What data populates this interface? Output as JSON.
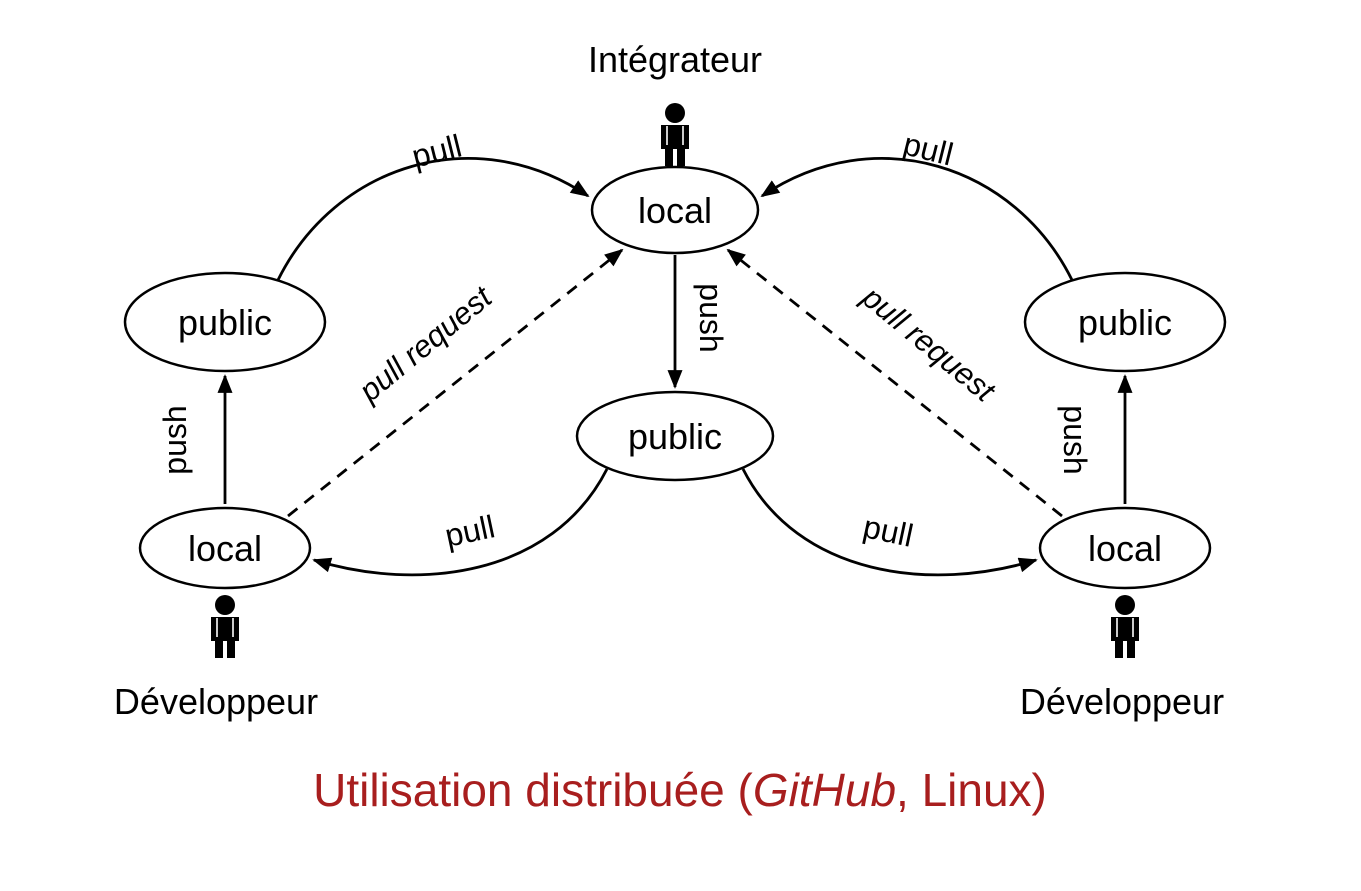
{
  "nodes": {
    "top_local": {
      "label": "local"
    },
    "left_public": {
      "label": "public"
    },
    "right_public": {
      "label": "public"
    },
    "center_public": {
      "label": "public"
    },
    "bottom_left_local": {
      "label": "local"
    },
    "bottom_right_local": {
      "label": "local"
    }
  },
  "edges": {
    "pull_top_left": {
      "label": "pull"
    },
    "pull_top_right": {
      "label": "pull"
    },
    "push_center": {
      "label": "push"
    },
    "pull_request_left": {
      "label": "pull request"
    },
    "pull_request_right": {
      "label": "pull request"
    },
    "push_left": {
      "label": "push"
    },
    "push_right": {
      "label": "push"
    },
    "pull_bottom_left": {
      "label": "pull"
    },
    "pull_bottom_right": {
      "label": "pull"
    }
  },
  "actors": {
    "integrator": {
      "label": "Intégrateur"
    },
    "developer_left": {
      "label": "Développeur"
    },
    "developer_right": {
      "label": "Développeur"
    }
  },
  "caption": {
    "prefix": "Utilisation distribuée (",
    "emphasis": "GitHub",
    "suffix": ", Linux)"
  },
  "colors": {
    "caption_text": "#a81e1e",
    "diagram_stroke": "#000000"
  }
}
